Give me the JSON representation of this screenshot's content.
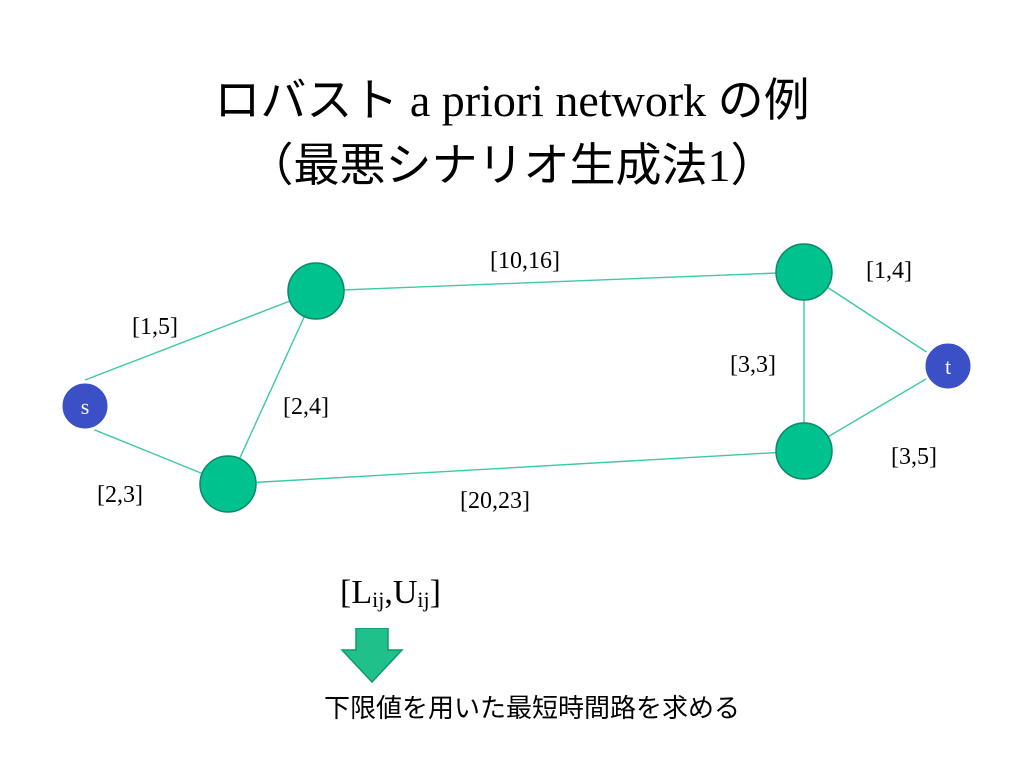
{
  "title": {
    "line1_jp": "ロバスト",
    "line1_latin": " a priori network ",
    "line1_jp2": "の例",
    "line2_open": "（",
    "line2_jp": "最悪シナリオ生成法",
    "line2_num": "1",
    "line2_close": "）"
  },
  "graph": {
    "source_label": "s",
    "target_label": "t",
    "edges": [
      {
        "id": "s-n1",
        "label": "[1,5]"
      },
      {
        "id": "s-n2",
        "label": "[2,3]"
      },
      {
        "id": "n1-n2",
        "label": "[2,4]"
      },
      {
        "id": "n1-n3",
        "label": "[10,16]"
      },
      {
        "id": "n2-n4",
        "label": "[20,23]"
      },
      {
        "id": "n3-n4",
        "label": "[3,3]"
      },
      {
        "id": "n3-t",
        "label": "[1,4]"
      },
      {
        "id": "n4-t",
        "label": "[3,5]"
      }
    ]
  },
  "legend": {
    "open": "[L",
    "sub1": "ij",
    "mid": ",U",
    "sub2": "ij",
    "close": "]"
  },
  "caption": "下限値を用いた最短時間路を求める",
  "colors": {
    "node": "#00c28e",
    "edge": "#3cc9a5",
    "endpoint": "#3b4fc7",
    "arrow": "#1fc08a"
  }
}
